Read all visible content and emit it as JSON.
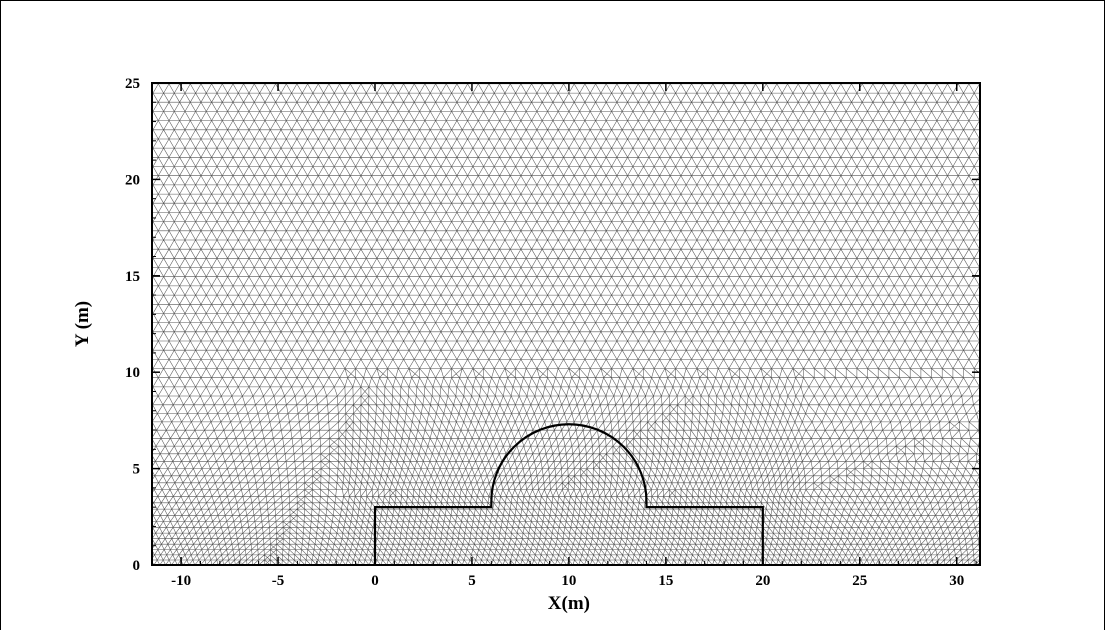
{
  "chart_data": {
    "type": "mesh",
    "xlabel": "X(m)",
    "ylabel": "Y (m)",
    "xlim": [
      -11.5,
      31.2
    ],
    "ylim": [
      0,
      25
    ],
    "xticks": [
      -10,
      -5,
      0,
      5,
      10,
      15,
      20,
      25,
      30
    ],
    "xtick_labels": [
      "-10",
      "-5",
      "0",
      "5",
      "10",
      "15",
      "20",
      "25",
      "30"
    ],
    "yticks": [
      0,
      5,
      10,
      15,
      20,
      25
    ],
    "ytick_labels": [
      "0",
      "5",
      "10",
      "15",
      "20",
      "25"
    ],
    "structure_outline": {
      "description": "rectangular base with semicircular dome",
      "base_x": [
        0,
        20
      ],
      "base_height": 3,
      "dome_center_x": 10,
      "dome_base_y": 3,
      "dome_radius": 4,
      "dome_extent_x": [
        6,
        14
      ]
    },
    "mesh": {
      "element": "triangular",
      "far_field_spacing": 0.55,
      "near_structure_spacing": 0.3
    },
    "colors": {
      "mesh_line": "#555555",
      "axis": "#000000",
      "structure": "#000000",
      "background": "#ffffff"
    }
  }
}
